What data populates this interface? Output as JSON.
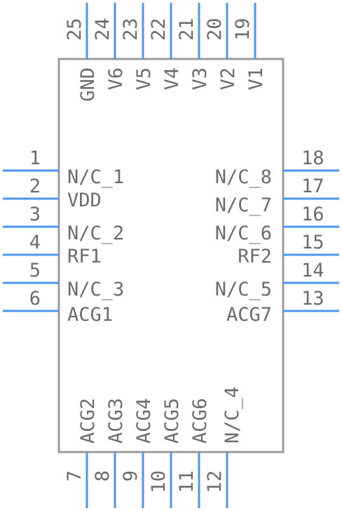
{
  "colors": {
    "pin": "#4d94f4",
    "body_outline": "#9c9c9c",
    "text": "#6c6c6c",
    "background": "#ffffff"
  },
  "left_pins": [
    {
      "num": "1",
      "label": "N/C_1"
    },
    {
      "num": "2",
      "label": "VDD"
    },
    {
      "num": "3",
      "label": "N/C_2"
    },
    {
      "num": "4",
      "label": "RF1"
    },
    {
      "num": "5",
      "label": "N/C_3"
    },
    {
      "num": "6",
      "label": "ACG1"
    }
  ],
  "right_pins": [
    {
      "num": "18",
      "label": "N/C_8"
    },
    {
      "num": "17",
      "label": "N/C_7"
    },
    {
      "num": "16",
      "label": "N/C_6"
    },
    {
      "num": "15",
      "label": "RF2"
    },
    {
      "num": "14",
      "label": "N/C_5"
    },
    {
      "num": "13",
      "label": "ACG7"
    }
  ],
  "top_pins": [
    {
      "num": "25",
      "label": "GND"
    },
    {
      "num": "24",
      "label": "V6"
    },
    {
      "num": "23",
      "label": "V5"
    },
    {
      "num": "22",
      "label": "V4"
    },
    {
      "num": "21",
      "label": "V3"
    },
    {
      "num": "20",
      "label": "V2"
    },
    {
      "num": "19",
      "label": "V1"
    }
  ],
  "bottom_pins": [
    {
      "num": "7",
      "label": "ACG2"
    },
    {
      "num": "8",
      "label": "ACG3"
    },
    {
      "num": "9",
      "label": "ACG4"
    },
    {
      "num": "10",
      "label": "ACG5"
    },
    {
      "num": "11",
      "label": "ACG6"
    },
    {
      "num": "12",
      "label": "N/C_4"
    }
  ]
}
